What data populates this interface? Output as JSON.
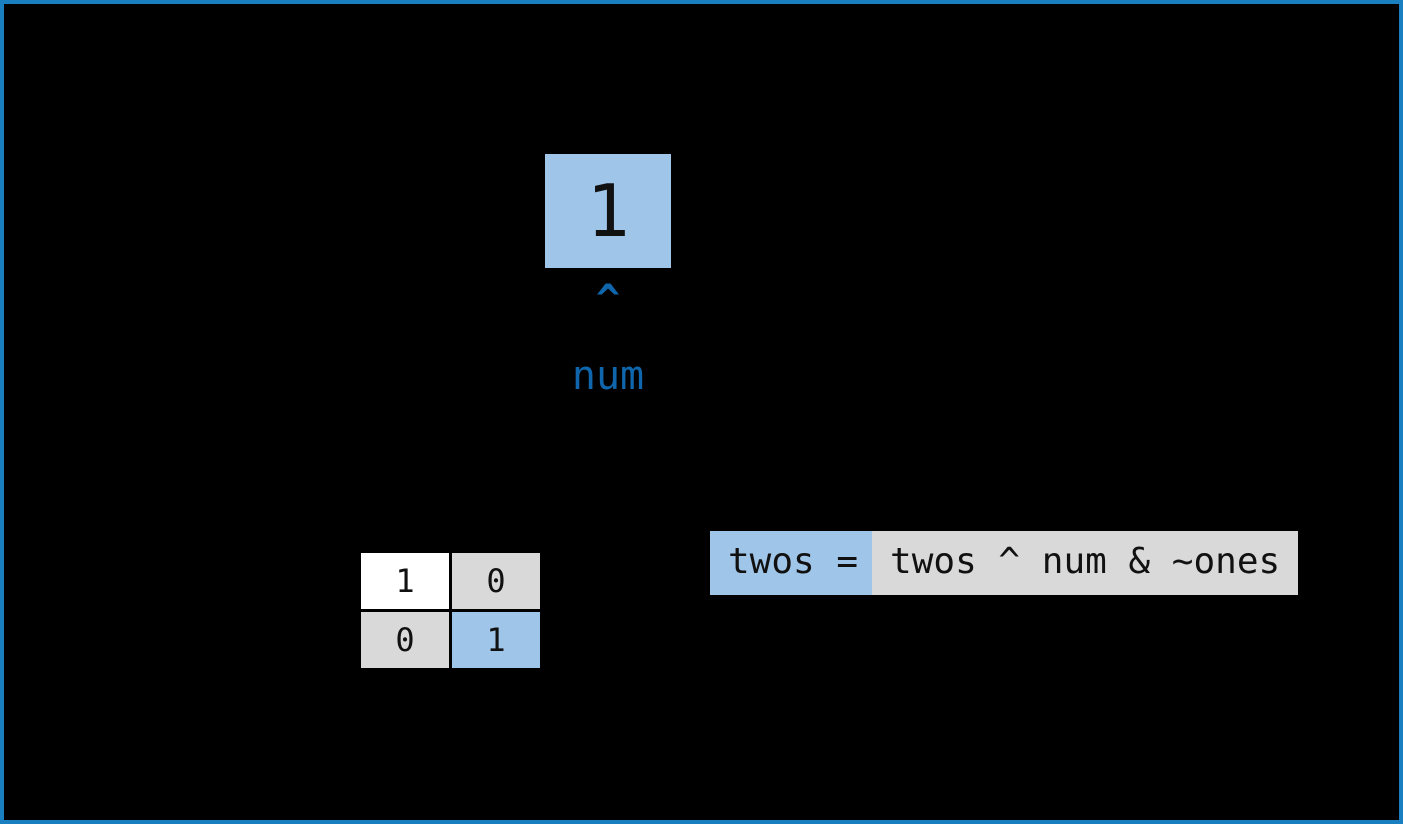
{
  "frame": {
    "border_color": "#1a7fc1",
    "background_color": "#000000"
  },
  "palette": {
    "highlight_blue": "#9fc5e8",
    "label_blue": "#1066ad",
    "neutral_gray": "#d9d9d9",
    "white": "#ffffff",
    "ink": "#111111"
  },
  "bit_cell": {
    "value": "1",
    "background_color": "#9fc5e8"
  },
  "pointer": {
    "caret": "^",
    "label": "num",
    "color": "#1066ad"
  },
  "state_table": {
    "rows": [
      {
        "cells": [
          {
            "value": "1",
            "style": "white"
          },
          {
            "value": "0",
            "style": "gray"
          }
        ]
      },
      {
        "cells": [
          {
            "value": "0",
            "style": "gray"
          },
          {
            "value": "1",
            "style": "blue"
          }
        ]
      }
    ]
  },
  "code_expression": {
    "assignment": "twos =",
    "expression": "twos ^ num & ~ones",
    "assignment_background": "#9fc5e8",
    "expression_background": "#d9d9d9"
  }
}
